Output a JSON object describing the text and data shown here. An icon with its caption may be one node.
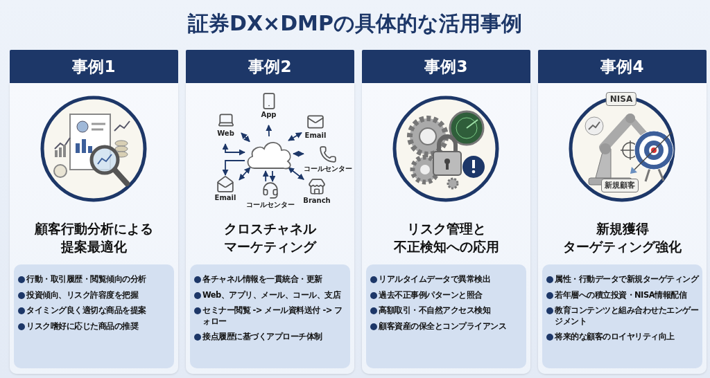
{
  "diagram": {
    "title": "証券DX×DMPの具体的な活用事例",
    "nodes": [
      {
        "text": [
          "事例1"
        ]
      },
      {
        "text": [
          "顧客行動分析による提案最適化"
        ]
      },
      {
        "text": [
          "行動・取引履歴・閲覧傾向の分析",
          "投資傾向、リスク許容度を把握",
          "タイミング良く適切な商品を提案",
          "リスク嗜好に応じた商品の推奨"
        ],
        "in": 1
      },
      {
        "text": [
          "事例2"
        ]
      },
      {
        "text": [
          "クロスチャネルマーケティング"
        ]
      },
      {
        "text": [
          "App"
        ],
        "in": 4
      },
      {
        "text": [
          "Web"
        ],
        "in": 4
      },
      {
        "text": [
          "Email"
        ],
        "in": 4
      },
      {
        "text": [],
        "shape": "cloud",
        "in": 4
      },
      {
        "text": [
          "コールセンター"
        ],
        "in": 4
      },
      {
        "text": [
          "Email"
        ],
        "in": 4
      },
      {
        "text": [
          "コールセンター"
        ],
        "in": 4
      },
      {
        "text": [
          "Branch"
        ],
        "in": 4
      },
      {
        "text": [
          "各チャネル情報を一貫統合・更新",
          "Web、アプリ、メール、コール、支店",
          "セミナー閲覧 -> メール資料送付 -> フォロー",
          "接点履歴に基づくアプローチ体制"
        ],
        "in": 4
      },
      {
        "text": [
          "事例3"
        ]
      },
      {
        "text": [
          "リスク管理と不正検知への応用"
        ]
      },
      {
        "text": [
          "リアルタイムデータで異常検出",
          "過去不正事例パターンと照合",
          "高額取引・不自然アクセス検知",
          "顧客資産の保全とコンプライアンス"
        ],
        "in": 15
      },
      {
        "text": [
          "事例4"
        ]
      },
      {
        "text": [
          "新規獲得ターゲティング強化"
        ]
      },
      {
        "text": [
          "属性・行動データで新規ターゲティング",
          "若年層への積立投資・NISA情報配信",
          "教育コンテンツと組み合わせたエンゲージメント",
          "将来的な顧客のロイヤリティ向上"
        ],
        "in": 18
      }
    ],
    "edges": [
      {
        "from": 8,
        "to": 5,
        "arrow": "to"
      },
      {
        "from": 8,
        "to": 6,
        "arrow": "both"
      },
      {
        "from": 8,
        "to": 6,
        "arrow": "both"
      },
      {
        "from": 8,
        "to": 7,
        "arrow": "both"
      },
      {
        "from": 8,
        "to": 9,
        "arrow": "both"
      },
      {
        "from": 8,
        "to": 12,
        "arrow": "both"
      },
      {
        "from": 11,
        "to": 8,
        "arrow": "to"
      },
      {
        "from": 8,
        "to": 11,
        "arrow": "to"
      },
      {
        "from": 8,
        "to": 10,
        "arrow": "both"
      },
      {
        "from": 8,
        "to": 10,
        "arrow": "to"
      }
    ],
    "labels": [
      "NISA",
      "新規顧客"
    ]
  }
}
